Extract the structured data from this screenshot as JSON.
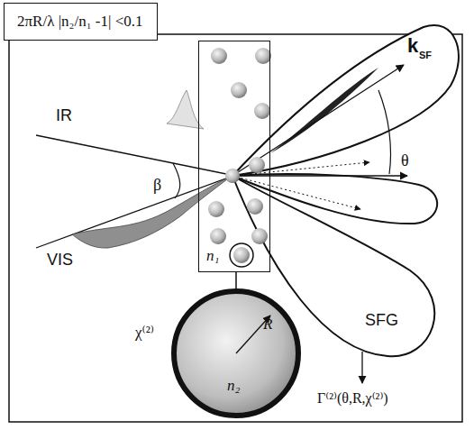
{
  "diagram": {
    "nodes": [
      {
        "text": [
          "2πR/λ |n₂/n₁ -1| <0.1"
        ]
      },
      {
        "text": [
          "n₁"
        ]
      },
      {
        "text": [
          "R",
          "n₂"
        ]
      }
    ],
    "edges": [
      {
        "from": 1,
        "to": 2,
        "arrow": "none"
      }
    ],
    "labels": [
      "IR",
      "VIS",
      "β",
      "k",
      "SF",
      "θ",
      "χ⁽²⁾",
      "SFG",
      "Γ⁽²⁾(θ,R,χ⁽²⁾)"
    ]
  }
}
